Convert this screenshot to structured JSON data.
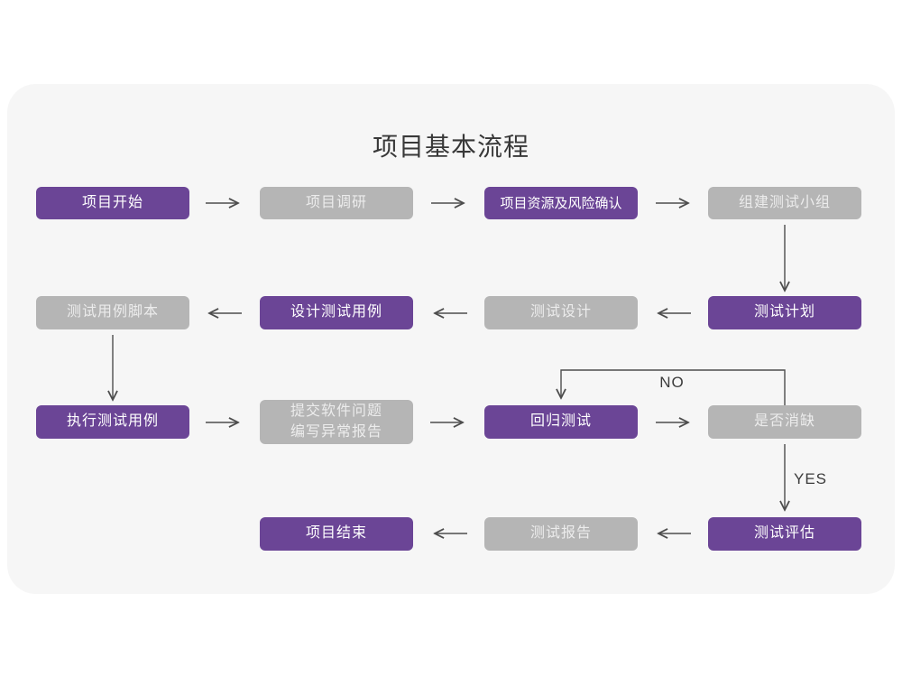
{
  "title": "项目基本流程",
  "colors": {
    "node_primary": "#6b4596",
    "node_secondary": "#b5b5b5",
    "card_background": "#f6f6f6",
    "page_background": "#ffffff",
    "arrow": "#4d4d4d",
    "title_text": "#383838",
    "node_text_on_purple": "#ffffff",
    "node_text_on_gray": "#ececec"
  },
  "nodes": [
    {
      "label": "项目开始",
      "variant": "purple"
    },
    {
      "label": "项目调研",
      "variant": "gray"
    },
    {
      "label": "项目资源及风险确认",
      "variant": "purple"
    },
    {
      "label": "组建测试小组",
      "variant": "gray"
    },
    {
      "label": "测试用例脚本",
      "variant": "gray"
    },
    {
      "label": "设计测试用例",
      "variant": "purple"
    },
    {
      "label": "测试设计",
      "variant": "gray"
    },
    {
      "label": "测试计划",
      "variant": "purple"
    },
    {
      "label": "执行测试用例",
      "variant": "purple"
    },
    {
      "label": "提交软件问题\n编写异常报告",
      "variant": "gray"
    },
    {
      "label": "回归测试",
      "variant": "purple"
    },
    {
      "label": "是否消缺",
      "variant": "gray"
    },
    {
      "label": "项目结束",
      "variant": "purple"
    },
    {
      "label": "测试报告",
      "variant": "gray"
    },
    {
      "label": "测试评估",
      "variant": "purple"
    }
  ],
  "edge_labels": {
    "no": "NO",
    "yes": "YES"
  },
  "edges": [
    {
      "from": "项目开始",
      "to": "项目调研"
    },
    {
      "from": "项目调研",
      "to": "项目资源及风险确认"
    },
    {
      "from": "项目资源及风险确认",
      "to": "组建测试小组"
    },
    {
      "from": "组建测试小组",
      "to": "测试计划"
    },
    {
      "from": "测试计划",
      "to": "测试设计"
    },
    {
      "from": "测试设计",
      "to": "设计测试用例"
    },
    {
      "from": "设计测试用例",
      "to": "测试用例脚本"
    },
    {
      "from": "测试用例脚本",
      "to": "执行测试用例"
    },
    {
      "from": "执行测试用例",
      "to": "提交软件问题 编写异常报告"
    },
    {
      "from": "提交软件问题 编写异常报告",
      "to": "回归测试"
    },
    {
      "from": "回归测试",
      "to": "是否消缺"
    },
    {
      "from": "是否消缺",
      "to": "回归测试",
      "label": "NO"
    },
    {
      "from": "是否消缺",
      "to": "测试评估",
      "label": "YES"
    },
    {
      "from": "测试评估",
      "to": "测试报告"
    },
    {
      "from": "测试报告",
      "to": "项目结束"
    }
  ]
}
